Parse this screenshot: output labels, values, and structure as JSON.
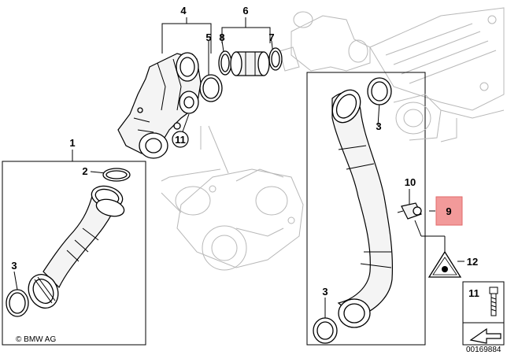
{
  "callouts": {
    "c1": "1",
    "c2": "2",
    "c3a": "3",
    "c3b": "3",
    "c3c": "3",
    "c4": "4",
    "c5": "5",
    "c6": "6",
    "c7": "7",
    "c8": "8",
    "c9": "9",
    "c10": "10",
    "c11a": "11",
    "c11b": "11",
    "c12": "12"
  },
  "highlight_color": "#f29a9a",
  "copyright": "© BMW AG",
  "drawing_number": "00169884"
}
